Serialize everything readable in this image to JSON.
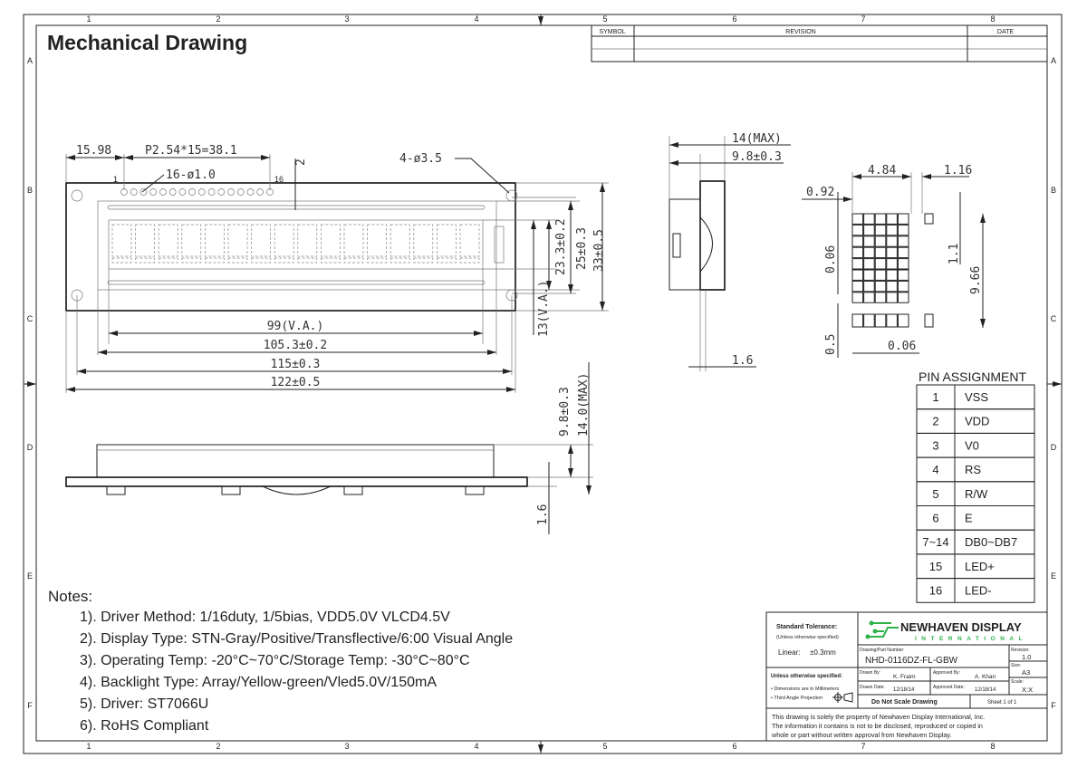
{
  "title": "Mechanical Drawing",
  "grid": {
    "columns": [
      "1",
      "2",
      "3",
      "4",
      "5",
      "6",
      "7",
      "8"
    ],
    "rows": [
      "A",
      "B",
      "C",
      "D",
      "E",
      "F"
    ]
  },
  "revision_table": {
    "symbol": "SYMBOL",
    "revision": "REVISION",
    "date": "DATE"
  },
  "front_view": {
    "d_15_98": "15.98",
    "d_pitch": "P2.54*15=38.1",
    "d_pins": "16-ø1.0",
    "pin_first": "1",
    "pin_last": "16",
    "d_2": "2",
    "d_holes": "4-ø3.5",
    "d_va_w": "99(V.A.)",
    "d_105": "105.3±0.2",
    "d_115": "115±0.3",
    "d_122": "122±0.5",
    "d_va_h": "13(V.A.)",
    "d_23": "23.3±0.2",
    "d_25": "25±0.3",
    "d_33": "33±0.5",
    "chars": 16
  },
  "side_view": {
    "d_14max": "14(MAX)",
    "d_9_8": "9.8±0.3",
    "d_1_6": "1.6"
  },
  "bottom_view": {
    "d_9_8": "9.8±0.3",
    "d_14max": "14.0(MAX)",
    "d_1_6": "1.6"
  },
  "pixel_detail": {
    "d_4_84": "4.84",
    "d_1_16": "1.16",
    "d_0_92": "0.92",
    "d_0_06a": "0.06",
    "d_1_1": "1.1",
    "d_9_66": "9.66",
    "d_0_5": "0.5",
    "d_0_06b": "0.06"
  },
  "pin_assignment": {
    "title": "PIN ASSIGNMENT",
    "rows": [
      {
        "pin": "1",
        "signal": "VSS"
      },
      {
        "pin": "2",
        "signal": "VDD"
      },
      {
        "pin": "3",
        "signal": "V0"
      },
      {
        "pin": "4",
        "signal": "RS"
      },
      {
        "pin": "5",
        "signal": "R/W"
      },
      {
        "pin": "6",
        "signal": "E"
      },
      {
        "pin": "7~14",
        "signal": "DB0~DB7"
      },
      {
        "pin": "15",
        "signal": "LED+"
      },
      {
        "pin": "16",
        "signal": "LED-"
      }
    ]
  },
  "notes": {
    "heading": "Notes:",
    "items": [
      "1). Driver Method: 1/16duty, 1/5bias, VDD5.0V VLCD4.5V",
      "2). Display Type: STN-Gray/Positive/Transflective/6:00 Visual Angle",
      "3). Operating Temp: -20°C~70°C/Storage Temp: -30°C~80°C",
      "4). Backlight Type: Array/Yellow-green/Vled5.0V/150mA",
      "5). Driver: ST7066U",
      "6). RoHS Compliant"
    ]
  },
  "title_block": {
    "std_tol": "Standard Tolerance:",
    "unless": "(Unless otherwise specified)",
    "linear_label": "Linear:",
    "linear_val": "±0.3mm",
    "unless2": "Unless otherwise specified:",
    "dims_mm": "• Dimensions are in Millimeters",
    "third_angle": "• Third Angle Projection",
    "logo_main": "NEWHAVEN DISPLAY",
    "logo_sub": "INTERNATIONAL",
    "part_label": "Drawing/Part Number:",
    "part_number": "NHD-0116DZ-FL-GBW",
    "revision_label": "Revision:",
    "revision": "1.0",
    "size_label": "Size:",
    "size": "A3",
    "scale_label": "Scale:",
    "scale": "X:X",
    "drawn_by_label": "Drawn By:",
    "drawn_by": "K. Fraim",
    "approved_by_label": "Approved By:",
    "approved_by": "A. Khan",
    "drawn_date_label": "Drawn Date:",
    "drawn_date": "12/18/14",
    "approved_date_label": "Approved Date:",
    "approved_date": "12/18/14",
    "no_scale": "Do Not Scale Drawing",
    "sheet": "Sheet 1 of 1",
    "disclaimer": [
      "This drawing is solely the property of Newhaven Display International, Inc.",
      "The information it contains is not to be disclosed, reproduced or copied in",
      "whole or part without written approval from Newhaven Display."
    ],
    "logo_color": "#2db34a"
  }
}
